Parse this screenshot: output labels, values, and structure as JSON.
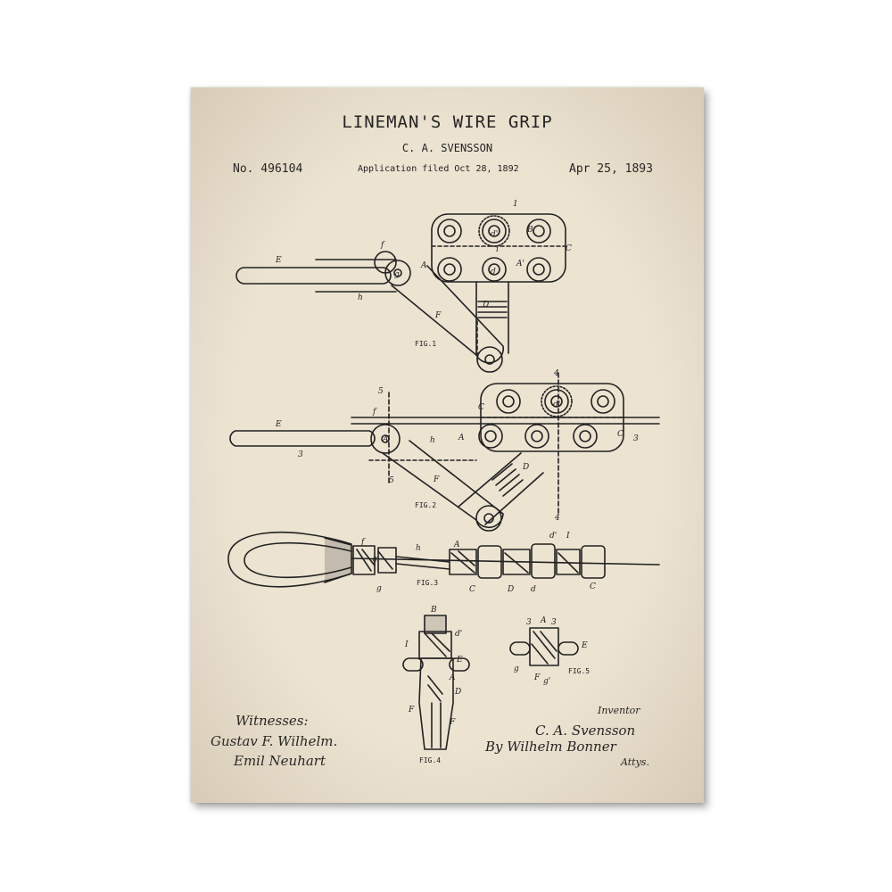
{
  "patent": {
    "title": "LINEMAN'S WIRE GRIP",
    "inventor_name": "C. A. SVENSSON",
    "number": "No. 496104",
    "application_filed": "Application filed Oct 28, 1892",
    "date": "Apr 25, 1893"
  },
  "figures": {
    "fig1": "FIG.1",
    "fig2": "FIG.2",
    "fig3": "FIG.3",
    "fig4": "FIG.4",
    "fig5": "FIG.5"
  },
  "signatures": {
    "witnesses_label": "Witnesses:",
    "witness_1": "Gustav F. Wilhelm.",
    "witness_2": "Emil Neuhart",
    "inventor_label": "Inventor",
    "inventor_signature": "C. A. Svensson",
    "attorney": "By Wilhelm Bonner",
    "attys": "Attys."
  },
  "colors": {
    "paper": "#ece3d1",
    "ink": "#222222"
  }
}
